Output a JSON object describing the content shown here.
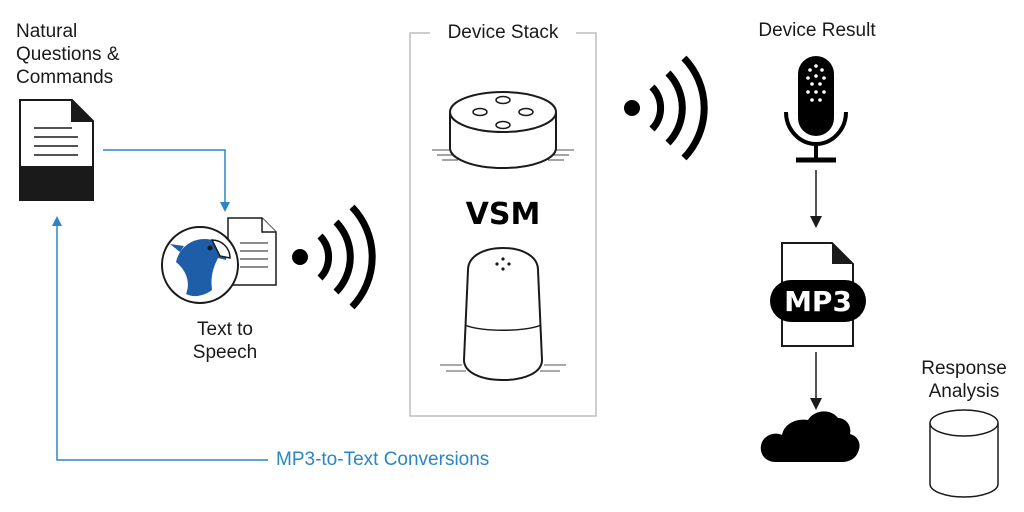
{
  "labels": {
    "natural_questions": "Natural\nQuestions &\nCommands",
    "text_to_speech": "Text to\nSpeech",
    "device_stack": "Device Stack",
    "vsm": "VSM",
    "device_result": "Device Result",
    "mp3": "MP3",
    "response_analysis": "Response\nAnalysis",
    "mp3_to_text": "MP3-to-Text Conversions"
  },
  "colors": {
    "accent_blue": "#2a86c5",
    "line_dark": "#1a1a1a",
    "frame_gray": "#bdbdbd"
  },
  "icons": [
    "document-icon",
    "tts-parrot-icon",
    "wireless-signal-icon",
    "smart-speaker-puck-icon",
    "smart-speaker-cylinder-icon",
    "microphone-icon",
    "mp3-file-icon",
    "cloud-icon",
    "database-icon"
  ]
}
